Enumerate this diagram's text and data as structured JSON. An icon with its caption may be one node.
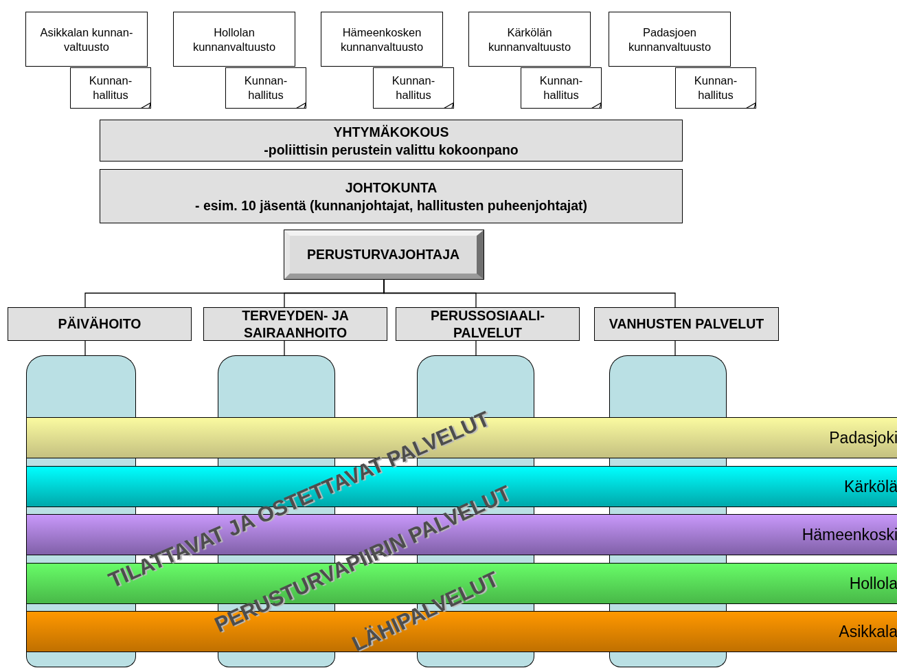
{
  "diagram": {
    "nodes": [
      {
        "text": [
          "Asikkalan kunnan-valtuusto"
        ]
      },
      {
        "text": [
          "Hollolan kunnanvaltuusto"
        ]
      },
      {
        "text": [
          "Hämeenkosken kunnanvaltuusto"
        ]
      },
      {
        "text": [
          "Kärkölän kunnanvaltuusto"
        ]
      },
      {
        "text": [
          "Padasjoen kunnanvaltuusto"
        ]
      },
      {
        "text": [
          "Kunnan-hallitus"
        ]
      },
      {
        "text": [
          "Kunnan-hallitus"
        ]
      },
      {
        "text": [
          "Kunnan-hallitus"
        ]
      },
      {
        "text": [
          "Kunnan-hallitus"
        ]
      },
      {
        "text": [
          "Kunnan-hallitus"
        ]
      },
      {
        "text": [
          "YHTYMÄKOKOUS",
          "-poliittisin perustein valittu kokoonpano"
        ]
      },
      {
        "text": [
          "JOHTOKUNTA",
          "- esim. 10 jäsentä (kunnanjohtajat, hallitusten puheenjohtajat)"
        ]
      },
      {
        "text": [
          "PERUSTURVAJOHTAJA"
        ]
      },
      {
        "text": [
          "PÄIVÄHOITO"
        ]
      },
      {
        "text": [
          "TERVEYDEN- JA SAIRAANHOITO"
        ]
      },
      {
        "text": [
          "PERUSSOSIAALI-PALVELUT"
        ]
      },
      {
        "text": [
          "VANHUSTEN PALVELUT"
        ]
      },
      {
        "text": [],
        "shape": "box"
      },
      {
        "text": [],
        "shape": "box"
      },
      {
        "text": [],
        "shape": "box"
      },
      {
        "text": [],
        "shape": "box"
      },
      {
        "text": [
          "Padasjoki"
        ]
      },
      {
        "text": [
          "Kärkölä"
        ]
      },
      {
        "text": [
          "Hämeenkoski"
        ]
      },
      {
        "text": [
          "Hollola"
        ]
      },
      {
        "text": [
          "Asikkala"
        ]
      },
      {
        "text": [],
        "shape": "box"
      },
      {
        "text": [],
        "shape": "box"
      },
      {
        "text": [],
        "shape": "box"
      },
      {
        "text": [],
        "shape": "box"
      }
    ],
    "edges": [
      {
        "from": 12,
        "to": 13,
        "arrow": "none"
      },
      {
        "from": 12,
        "to": 14,
        "arrow": "none"
      },
      {
        "from": 12,
        "to": 15,
        "arrow": "none"
      },
      {
        "from": 12,
        "to": 16,
        "arrow": "none"
      },
      {
        "from": 13,
        "to": 17,
        "arrow": "none"
      },
      {
        "from": 14,
        "to": 18,
        "arrow": "none"
      },
      {
        "from": 15,
        "to": 19,
        "arrow": "none"
      },
      {
        "from": 16,
        "to": 20,
        "arrow": "none"
      }
    ],
    "labels": [
      "TILATTAVAT JA OSTETTAVAT PALVELUT",
      "PERUSTURVAPIIRIN PALVELUT",
      "LÄHIPALVELUT"
    ]
  }
}
